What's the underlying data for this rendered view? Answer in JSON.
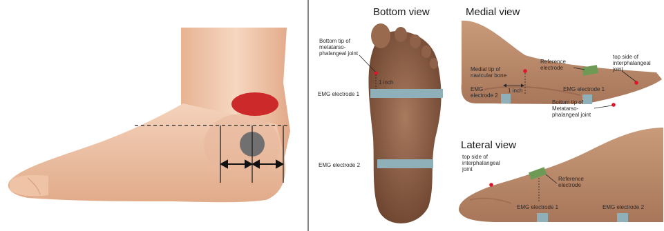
{
  "colors": {
    "skin": "#f1c9ab",
    "skin_shade": "#d8a27f",
    "sole": "#8a5a3f",
    "electrode": "#8fb0b8",
    "reference_electrode": "#6f9a55",
    "landmark": "#e0142a",
    "red_marker": "#cc2a2a",
    "gray_marker": "#707070"
  },
  "panels": {
    "bottom": {
      "title": "Bottom view",
      "label_metatarsal": [
        "Bottom tip of",
        "metatarso-",
        "phalangeal joint"
      ],
      "label_inch": "1 inch",
      "label_emg1": "EMG electrode 1",
      "label_emg2": "EMG electrode 2"
    },
    "medial": {
      "title": "Medial view",
      "label_navicular": [
        "Medial tip of",
        "navicular bone"
      ],
      "label_reference": [
        "Reference",
        "electrode"
      ],
      "label_interphalangeal": [
        "top side of",
        "interphalangeal",
        "joint"
      ],
      "label_inch": "1 inch",
      "label_emg2": [
        "EMG",
        "electrode 2"
      ],
      "label_emg1": "EMG electrode 1",
      "label_metatarsal": [
        "Bottom tip of",
        "Metatarso-",
        "phalangeal joint"
      ]
    },
    "lateral": {
      "title": "Lateral view",
      "label_interphalangeal": [
        "top side of",
        "interphalangeal",
        "joint"
      ],
      "label_reference": [
        "Reference",
        "electrode"
      ],
      "label_emg1": "EMG electrode 1",
      "label_emg2": "EMG electrode 2"
    }
  }
}
